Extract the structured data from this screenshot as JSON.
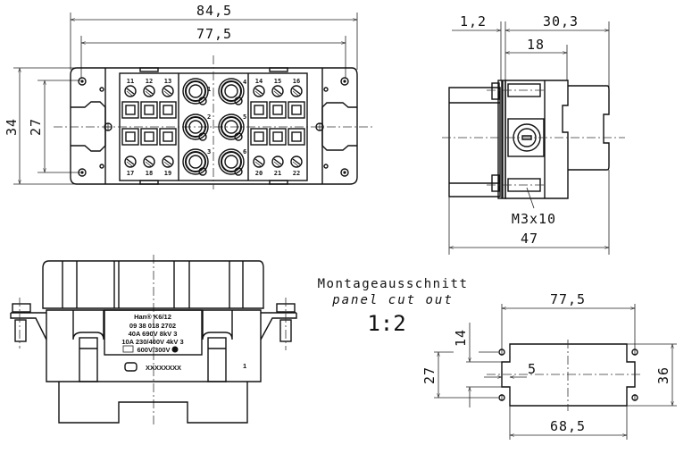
{
  "drawing": {
    "product": "Han K6/12",
    "front_view": {
      "dimensions": {
        "overall_width": "84,5",
        "hole_spacing": "77,5",
        "overall_height": "34",
        "hole_height": "27"
      },
      "contact_labels_top_left": [
        "11",
        "12",
        "13"
      ],
      "contact_labels_top_right": [
        "14",
        "15",
        "16"
      ],
      "contact_labels_bottom_left": [
        "17",
        "18",
        "19"
      ],
      "contact_labels_bottom_right": [
        "20",
        "21",
        "22"
      ],
      "power_contact_labels_left": [
        "1",
        "2",
        "3"
      ],
      "power_contact_labels_right": [
        "4",
        "5",
        "6"
      ]
    },
    "side_view": {
      "dimensions": {
        "flange": "1,2",
        "depth": "30,3",
        "body": "18",
        "width": "47"
      },
      "screw_callout": "M3x10"
    },
    "bottom_view": {
      "label_lines": [
        "Han® K6/12",
        "09 38 018 2702",
        "40A 690V 8kV 3",
        "10A 230/400V 4kV 3",
        "600V/300V"
      ],
      "serial": "XXXXXXXX",
      "marker": "1"
    },
    "panel_cutout": {
      "title_de": "Montageausschnitt",
      "title_en": "panel cut out",
      "scale": "1:2",
      "dimensions": {
        "hole_spacing": "77,5",
        "cutout_width": "68,5",
        "height": "36",
        "hole_height": "27",
        "notch_height": "14",
        "notch_depth": "5"
      }
    }
  }
}
